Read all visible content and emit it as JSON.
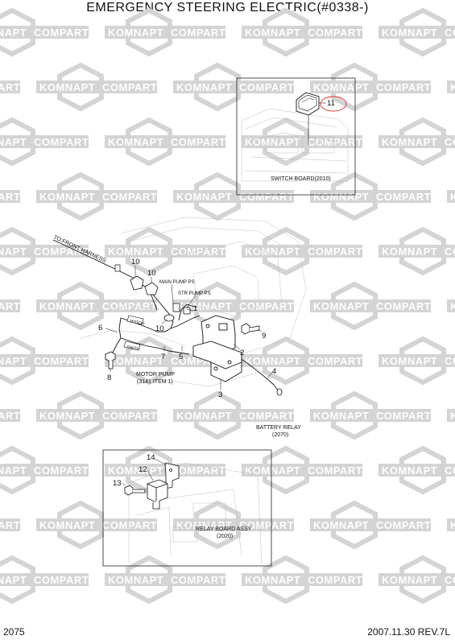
{
  "page": {
    "title": "EMERGENCY STEERING ELECTRIC(#0338-)",
    "page_number": "2075",
    "date_rev": "2007.11.30  REV.7L"
  },
  "watermark": {
    "left_word": "KOMNAPT",
    "right_word": "COMPART",
    "color": "#d4d4d4"
  },
  "callouts": {
    "c1": "1",
    "c2": "2",
    "c3": "3",
    "c4": "4",
    "c6": "6",
    "c7": "7",
    "c8": "8",
    "c9": "9",
    "c10a": "10",
    "c10b": "10",
    "c10c": "10",
    "c11": "11",
    "c12": "12",
    "c13": "13",
    "c14": "14",
    "c5": "5"
  },
  "labels": {
    "front_harness": "TO:FRONT HARNESS",
    "main_pump": "MAIN PUMP PS",
    "str_pump": "STR PUMP PS",
    "motor_pump": "MOTOR PUMP",
    "motor_pump_ref": "(3141 ITEM 1)",
    "battery_relay": "BATTERY RELAY",
    "battery_relay_ref": "(2070)",
    "switch_board": "SWITCH BOARD(2010)",
    "relay_board": "RELAY BOARD ASSY",
    "relay_board_ref": "(2020)",
    "motor_tag": "MOTOR",
    "switch_tag": "SWITH"
  },
  "highlight_color": "#e0302a"
}
